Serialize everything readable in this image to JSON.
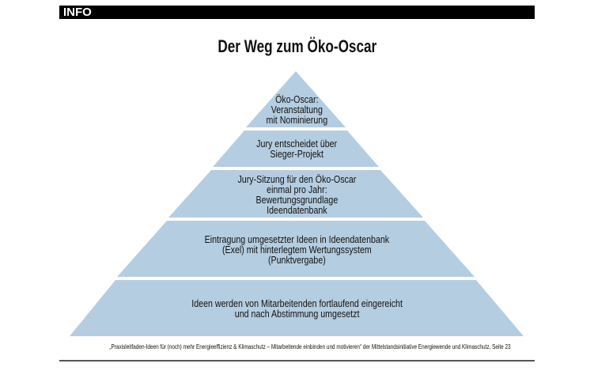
{
  "header": {
    "label": "INFO"
  },
  "title": "Der Weg zum Öko-Oscar",
  "pyramid_color": "#b5cde1",
  "levels": [
    {
      "text": "Öko-Oscar:\nVeranstaltung\nmit Nominierung"
    },
    {
      "text": "Jury entscheidet über\nSieger-Projekt"
    },
    {
      "text": "Jury-Sitzung für den Öko-Oscar\neinmal pro Jahr:\nBewertungsgrundlage\nIdeendatenbank"
    },
    {
      "text": "Eintragung umgesetzter Ideen in Ideendatenbank\n(Exel) mit hinterlegtem Wertungssystem\n(Punktvergabe)"
    },
    {
      "text": "Ideen werden von Mitarbeitenden fortlaufend eingereicht\nund nach Abstimmung umgesetzt"
    }
  ],
  "source": "„Praxisleitfaden-Ideen für (noch) mehr Energieeffizienz & Klimaschutz – Mitarbeitende einbinden und motivieren“ der Mittelstandsinitiative Energiewende und Klimaschutz, Seite 23"
}
